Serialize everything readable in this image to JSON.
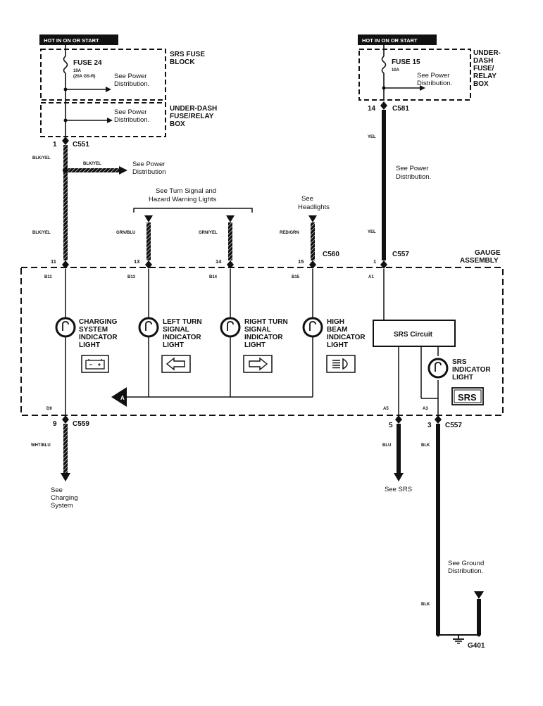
{
  "hot_labels": {
    "left": "HOT IN ON OR START",
    "right": "HOT IN ON OR START"
  },
  "srs_fuse_block": {
    "title": [
      "SRS FUSE",
      "BLOCK"
    ],
    "fuse": "FUSE 24",
    "rating": "10A",
    "rating_alt": "(20A GS-R)",
    "note": [
      "See Power",
      "Distribution."
    ]
  },
  "under_dash_left": {
    "title": [
      "UNDER-DASH",
      "FUSE/RELAY",
      "BOX"
    ],
    "note": [
      "See Power",
      "Distribution."
    ]
  },
  "under_dash_right": {
    "title": [
      "UNDER-",
      "DASH",
      "FUSE/",
      "RELAY",
      "BOX"
    ],
    "fuse": "FUSE 15",
    "rating": "10A",
    "note": [
      "See Power",
      "Distribution."
    ]
  },
  "connectors": {
    "c551": {
      "pin": "1",
      "name": "C551"
    },
    "c581": {
      "pin": "14",
      "name": "C581"
    },
    "c560": {
      "name": "C560"
    },
    "c557_top": {
      "pin": "1",
      "name": "C557"
    },
    "c559": {
      "pin": "9",
      "name": "C559"
    },
    "c557_bottom": {
      "pin_a": "5",
      "pin_b": "3",
      "name": "C557"
    }
  },
  "wires": {
    "blk_yel_1": "BLK/YEL",
    "blk_yel_branch": "BLK/YEL",
    "blk_yel_2": "BLK/YEL",
    "grn_blu": "GRN/BLU",
    "grn_yel": "GRN/YEL",
    "red_grn": "RED/GRN",
    "yel_1": "YEL",
    "yel_2": "YEL",
    "wht_blu": "WHT/BLU",
    "blu": "BLU",
    "blk_1": "BLK",
    "blk_2": "BLK"
  },
  "notes": {
    "power_dist_branch": [
      "See Power",
      "Distribution"
    ],
    "turn_signal": [
      "See Turn Signal and",
      "Hazard Warning Lights"
    ],
    "headlights": [
      "See",
      "Headlights"
    ],
    "power_dist_right": [
      "See Power",
      "Distribution."
    ],
    "charging": [
      "See",
      "Charging",
      "System"
    ],
    "srs": "See SRS",
    "ground": [
      "See Ground",
      "Distribution."
    ]
  },
  "gauge": {
    "title": [
      "GAUGE",
      "ASSEMBLY"
    ],
    "top_pins": [
      "11",
      "13",
      "14",
      "15",
      "1"
    ],
    "inner_top_pins": [
      "B11",
      "B13",
      "B14",
      "B15",
      "A1"
    ],
    "bottom_pins": [
      "D9",
      "A5",
      "A3"
    ],
    "lights": [
      {
        "label": [
          "CHARGING",
          "SYSTEM",
          "INDICATOR",
          "LIGHT"
        ],
        "icon": "battery-icon"
      },
      {
        "label": [
          "LEFT TURN",
          "SIGNAL",
          "INDICATOR",
          "LIGHT"
        ],
        "icon": "left-arrow-icon"
      },
      {
        "label": [
          "RIGHT TURN",
          "SIGNAL",
          "INDICATOR",
          "LIGHT"
        ],
        "icon": "right-arrow-icon"
      },
      {
        "label": [
          "HIGH",
          "BEAM",
          "INDICATOR",
          "LIGHT"
        ],
        "icon": "high-beam-icon"
      }
    ],
    "srs_circuit": "SRS Circuit",
    "srs_light": [
      "SRS",
      "INDICATOR",
      "LIGHT"
    ],
    "srs_badge": "SRS",
    "node_a": "A"
  },
  "ground": "G401"
}
